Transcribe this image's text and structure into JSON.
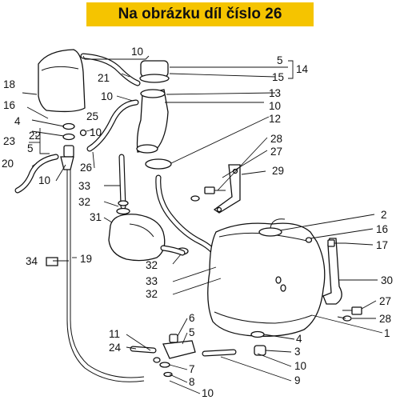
{
  "banner": {
    "text": "Na obrázku díl číslo 26",
    "color": "#f5c400"
  },
  "labels": [
    "1",
    "2",
    "3",
    "4",
    "5",
    "6",
    "7",
    "8",
    "9",
    "10",
    "11",
    "12",
    "13",
    "14",
    "15",
    "16",
    "17",
    "18",
    "19",
    "20",
    "21",
    "22",
    "23",
    "24",
    "25",
    "26",
    "27",
    "28",
    "29",
    "30",
    "31",
    "32",
    "33",
    "34"
  ]
}
